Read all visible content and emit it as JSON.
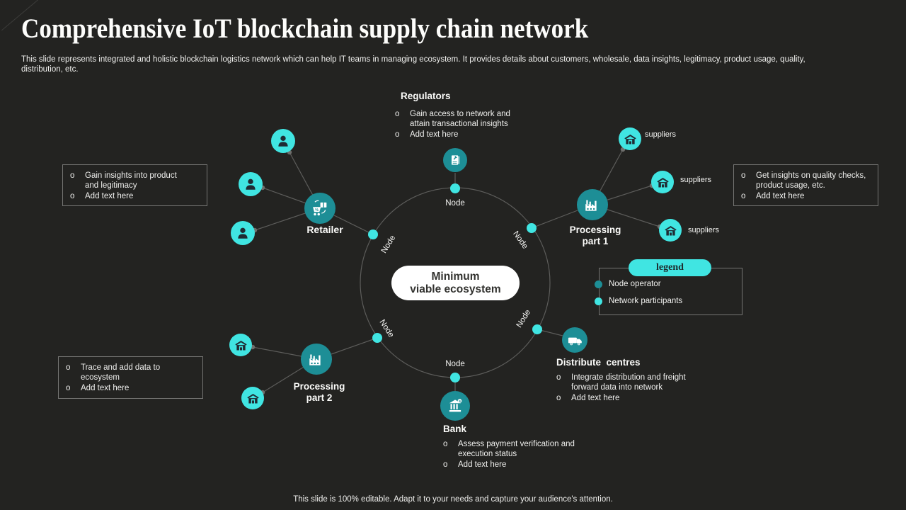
{
  "ui": {
    "bullet_char": "o"
  },
  "header": {
    "title": "Comprehensive IoT blockchain supply chain network",
    "subtitle": "This slide represents integrated and holistic blockchain logistics network which can help IT teams in managing ecosystem. It provides details about customers, wholesale, data insights, legitimacy, product usage, quality, distribution, etc."
  },
  "footer": {
    "text": "This slide is 100% editable. Adapt it to your needs and capture your audience's attention."
  },
  "diagram": {
    "center_label": {
      "line1": "Minimum",
      "line2": "viable ecosystem"
    },
    "node_label": "Node",
    "regulators": {
      "title": "Regulators",
      "bullets": [
        "Gain access to network and attain transactional insights",
        "Add text here"
      ]
    },
    "retailer": {
      "title": "Retailer"
    },
    "processing1": {
      "line1": "Processing",
      "line2": "part 1"
    },
    "processing2": {
      "line1": "Processing",
      "line2": "part 2"
    },
    "distribute": {
      "title": "Distribute  centres",
      "bullets": [
        "Integrate distribution and freight forward data into network",
        "Add text here"
      ]
    },
    "bank": {
      "title": "Bank",
      "bullets": [
        "Assess payment verification and execution status",
        "Add text here"
      ]
    },
    "suppliers_label": "suppliers",
    "callouts": {
      "left_top": {
        "bullets": [
          "Gain insights into product and legitimacy",
          "Add text here"
        ]
      },
      "left_bottom": {
        "bullets": [
          "Trace and add data to ecosystem",
          "Add text here"
        ]
      },
      "right": {
        "bullets": [
          "Get insights on quality checks, product usage, etc.",
          "Add text here"
        ]
      }
    },
    "legend": {
      "title": "legend",
      "items": [
        "Node operator",
        "Network participants"
      ]
    }
  },
  "colors": {
    "background": "#232321",
    "teal_node": "#1d8e96",
    "cyan_participant": "#40e5e2",
    "line": "#5d5d5b",
    "white": "#ffffff"
  }
}
